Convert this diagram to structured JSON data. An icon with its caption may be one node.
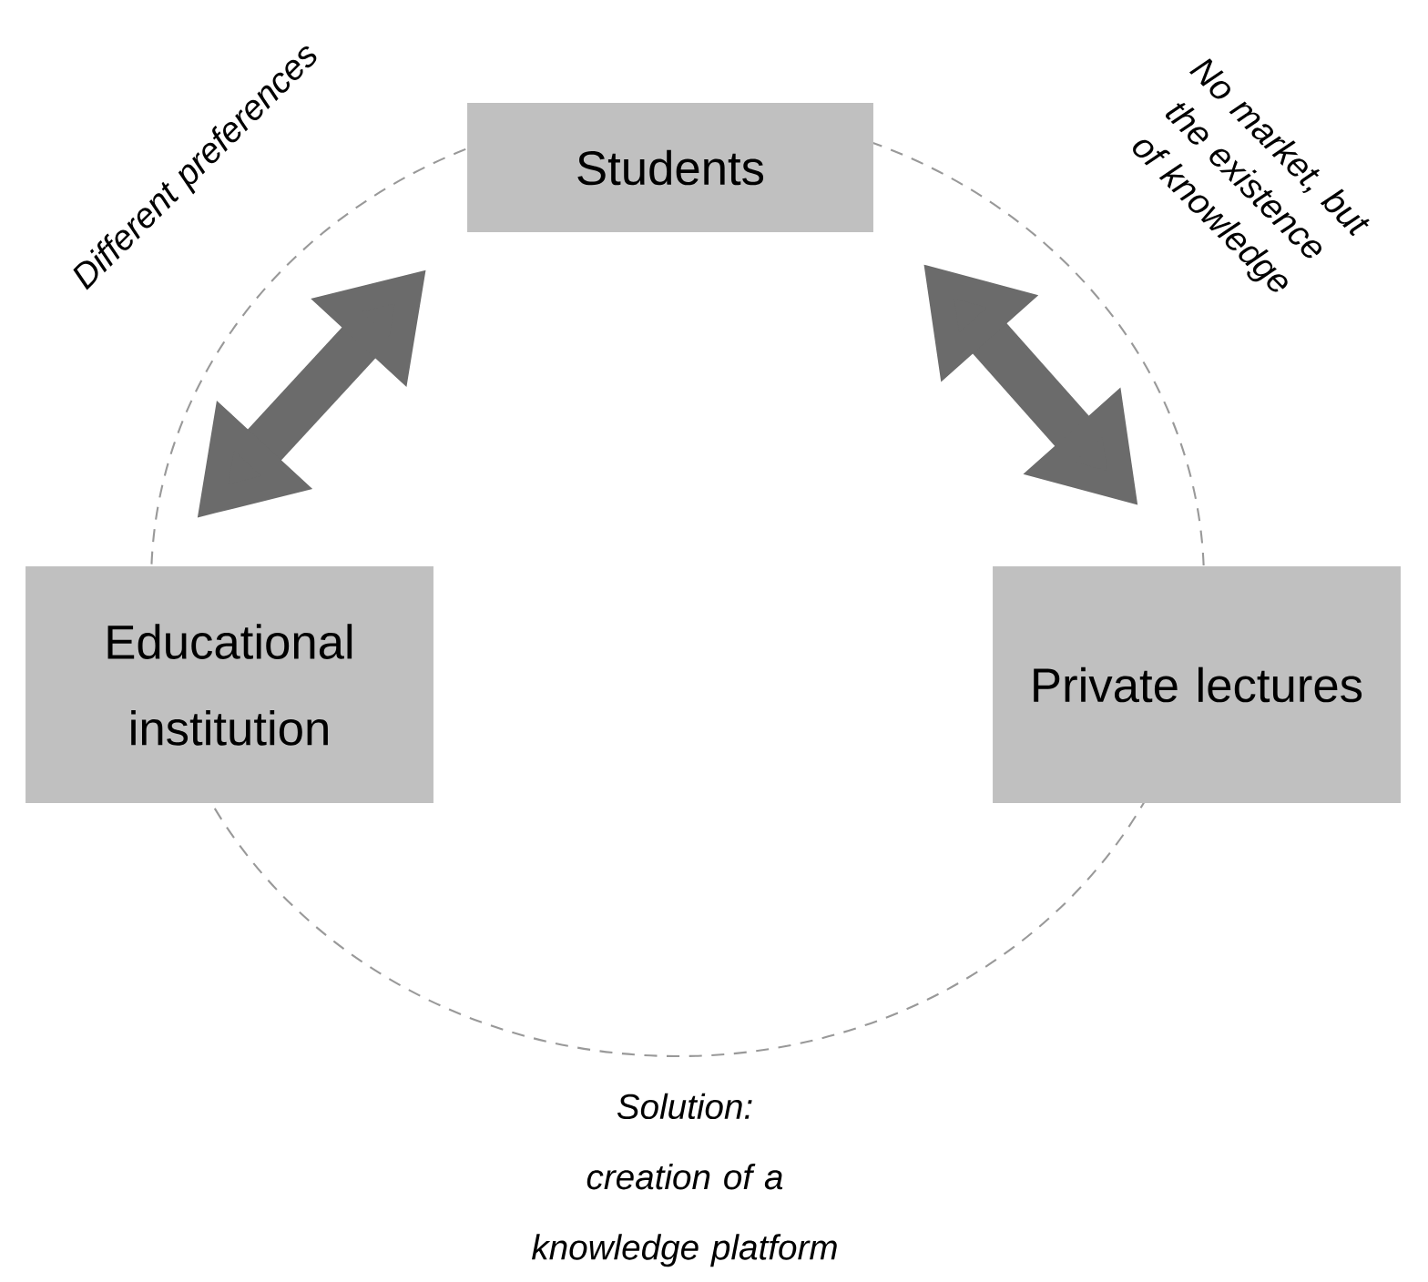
{
  "diagram": {
    "nodes": [
      {
        "text": [
          "Students"
        ]
      },
      {
        "text": [
          "Educational institution"
        ]
      },
      {
        "text": [
          "Private lectures"
        ]
      }
    ],
    "edges": [
      {
        "from": 0,
        "to": 1,
        "arrow": "both",
        "label": "Different preferences"
      },
      {
        "from": 0,
        "to": 2,
        "arrow": "both",
        "label": "No market, but the existence of knowledge"
      }
    ],
    "labels": [
      "Solution: creation of a knowledge platform"
    ]
  }
}
